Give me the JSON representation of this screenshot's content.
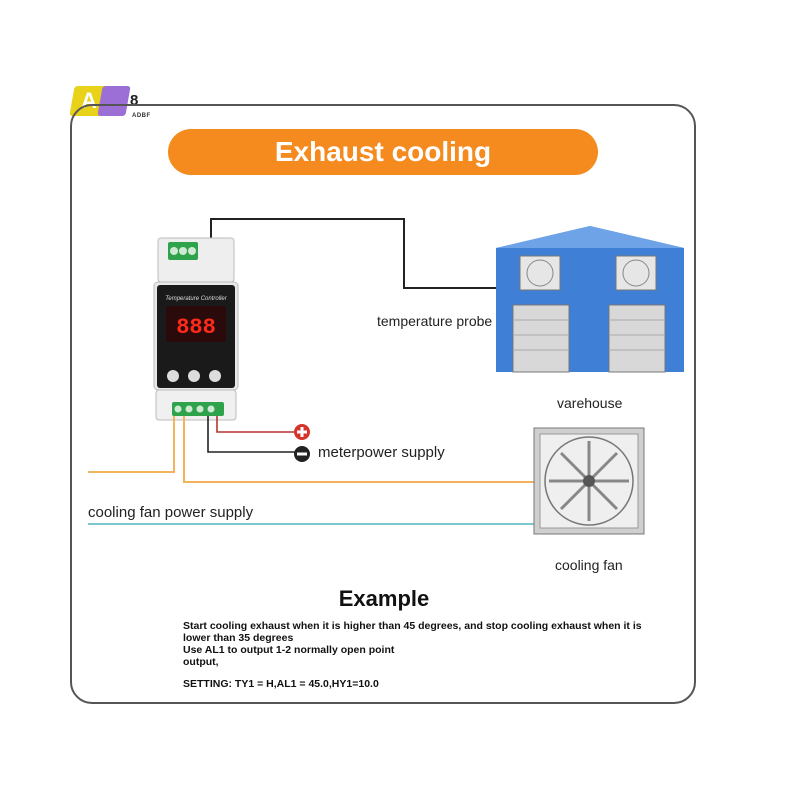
{
  "logo": {
    "letter_a": "A",
    "letter_b": "",
    "letter_c": "8",
    "subtext": "ADBF"
  },
  "banner": {
    "title": "Exhaust cooling"
  },
  "device": {
    "display": "888",
    "header": "Temperature Controller"
  },
  "labels": {
    "temperature_probe": "temperature probe",
    "warehouse": "varehouse",
    "meter_power_supply": "meterpower supply",
    "cooling_fan_power_supply": "cooling fan power supply",
    "cooling_fan": "cooling fan",
    "plus": "+",
    "minus": "−"
  },
  "example": {
    "title": "Example",
    "lines": [
      "Start cooling exhaust when it is higher than 45 degrees, and stop cooling exhaust when it is lower than 35 degrees",
      "Use AL1 to output 1-2 normally open point",
      "output,"
    ],
    "setting": "SETTING: TY1 = H,AL1 = 45.0,HY1=10.0"
  },
  "colors": {
    "banner": "#f58a1f",
    "frame": "#555555",
    "wire_orange": "#f2b35a",
    "wire_blue": "#7fc6cf",
    "wire_red": "#b5342f",
    "warehouse_wall": "#3f7fd6",
    "warehouse_door": "#d8d8d8",
    "plus_red": "#d8332a",
    "minus_dark": "#222222"
  }
}
